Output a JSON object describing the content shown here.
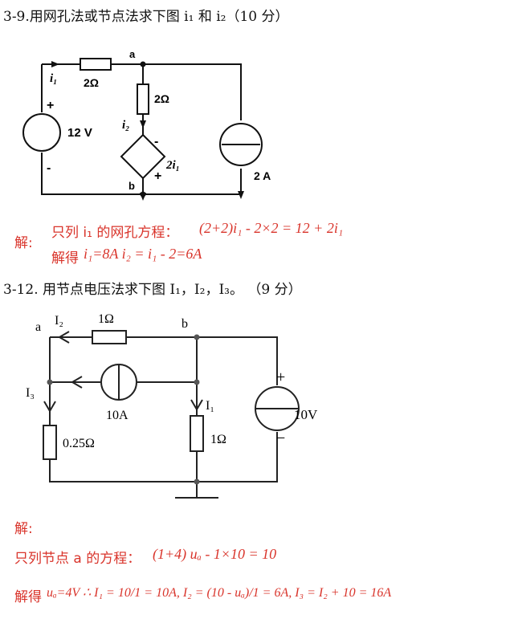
{
  "problem1": {
    "title": "3-9.用网孔法或节点法求下图 i₁ 和 i₂（10 分）",
    "circuit": {
      "node_a": "a",
      "node_b": "b",
      "current_i1": "i₁",
      "current_i2": "i₂",
      "resistor_top": "2Ω",
      "resistor_mid": "2Ω",
      "voltage_source": "12 V",
      "plus": "+",
      "minus": "-",
      "dep_source": "2i₁",
      "current_source": "2 A"
    },
    "solution": {
      "label": "解:",
      "line1_prefix": "只列 i₁ 的网孔方程：",
      "line1_eq": "(2+2)i₁ - 2×2 = 12 + 2i₁",
      "line2_prefix": "解得",
      "line2_eq": "i₁=8A    i₂ = i₁ - 2=6A"
    }
  },
  "problem2": {
    "title": "3-12. 用节点电压法求下图 I₁，I₂，I₃。 （9 分）",
    "circuit": {
      "node_a": "a",
      "node_b": "b",
      "current_I2": "I₂",
      "current_I3": "I₃",
      "current_I1": "I₁",
      "resistor_top": "1Ω",
      "resistor_left": "0.25Ω",
      "resistor_mid": "1Ω",
      "current_source": "10A",
      "voltage_source": "10V",
      "plus": "+",
      "minus": "−"
    },
    "solution": {
      "label": "解:",
      "line1_prefix": "只列节点 a 的方程：",
      "line1_eq": "(1+4) uₐ - 1×10 = 10",
      "line2_prefix": "解得",
      "line2_eq": "uₐ=4V  ∴ I₁ = 10/1 = 10A, I₂ = (10 - uₐ)/1 = 6A, I₃ = I₂ + 10 = 16A"
    }
  }
}
